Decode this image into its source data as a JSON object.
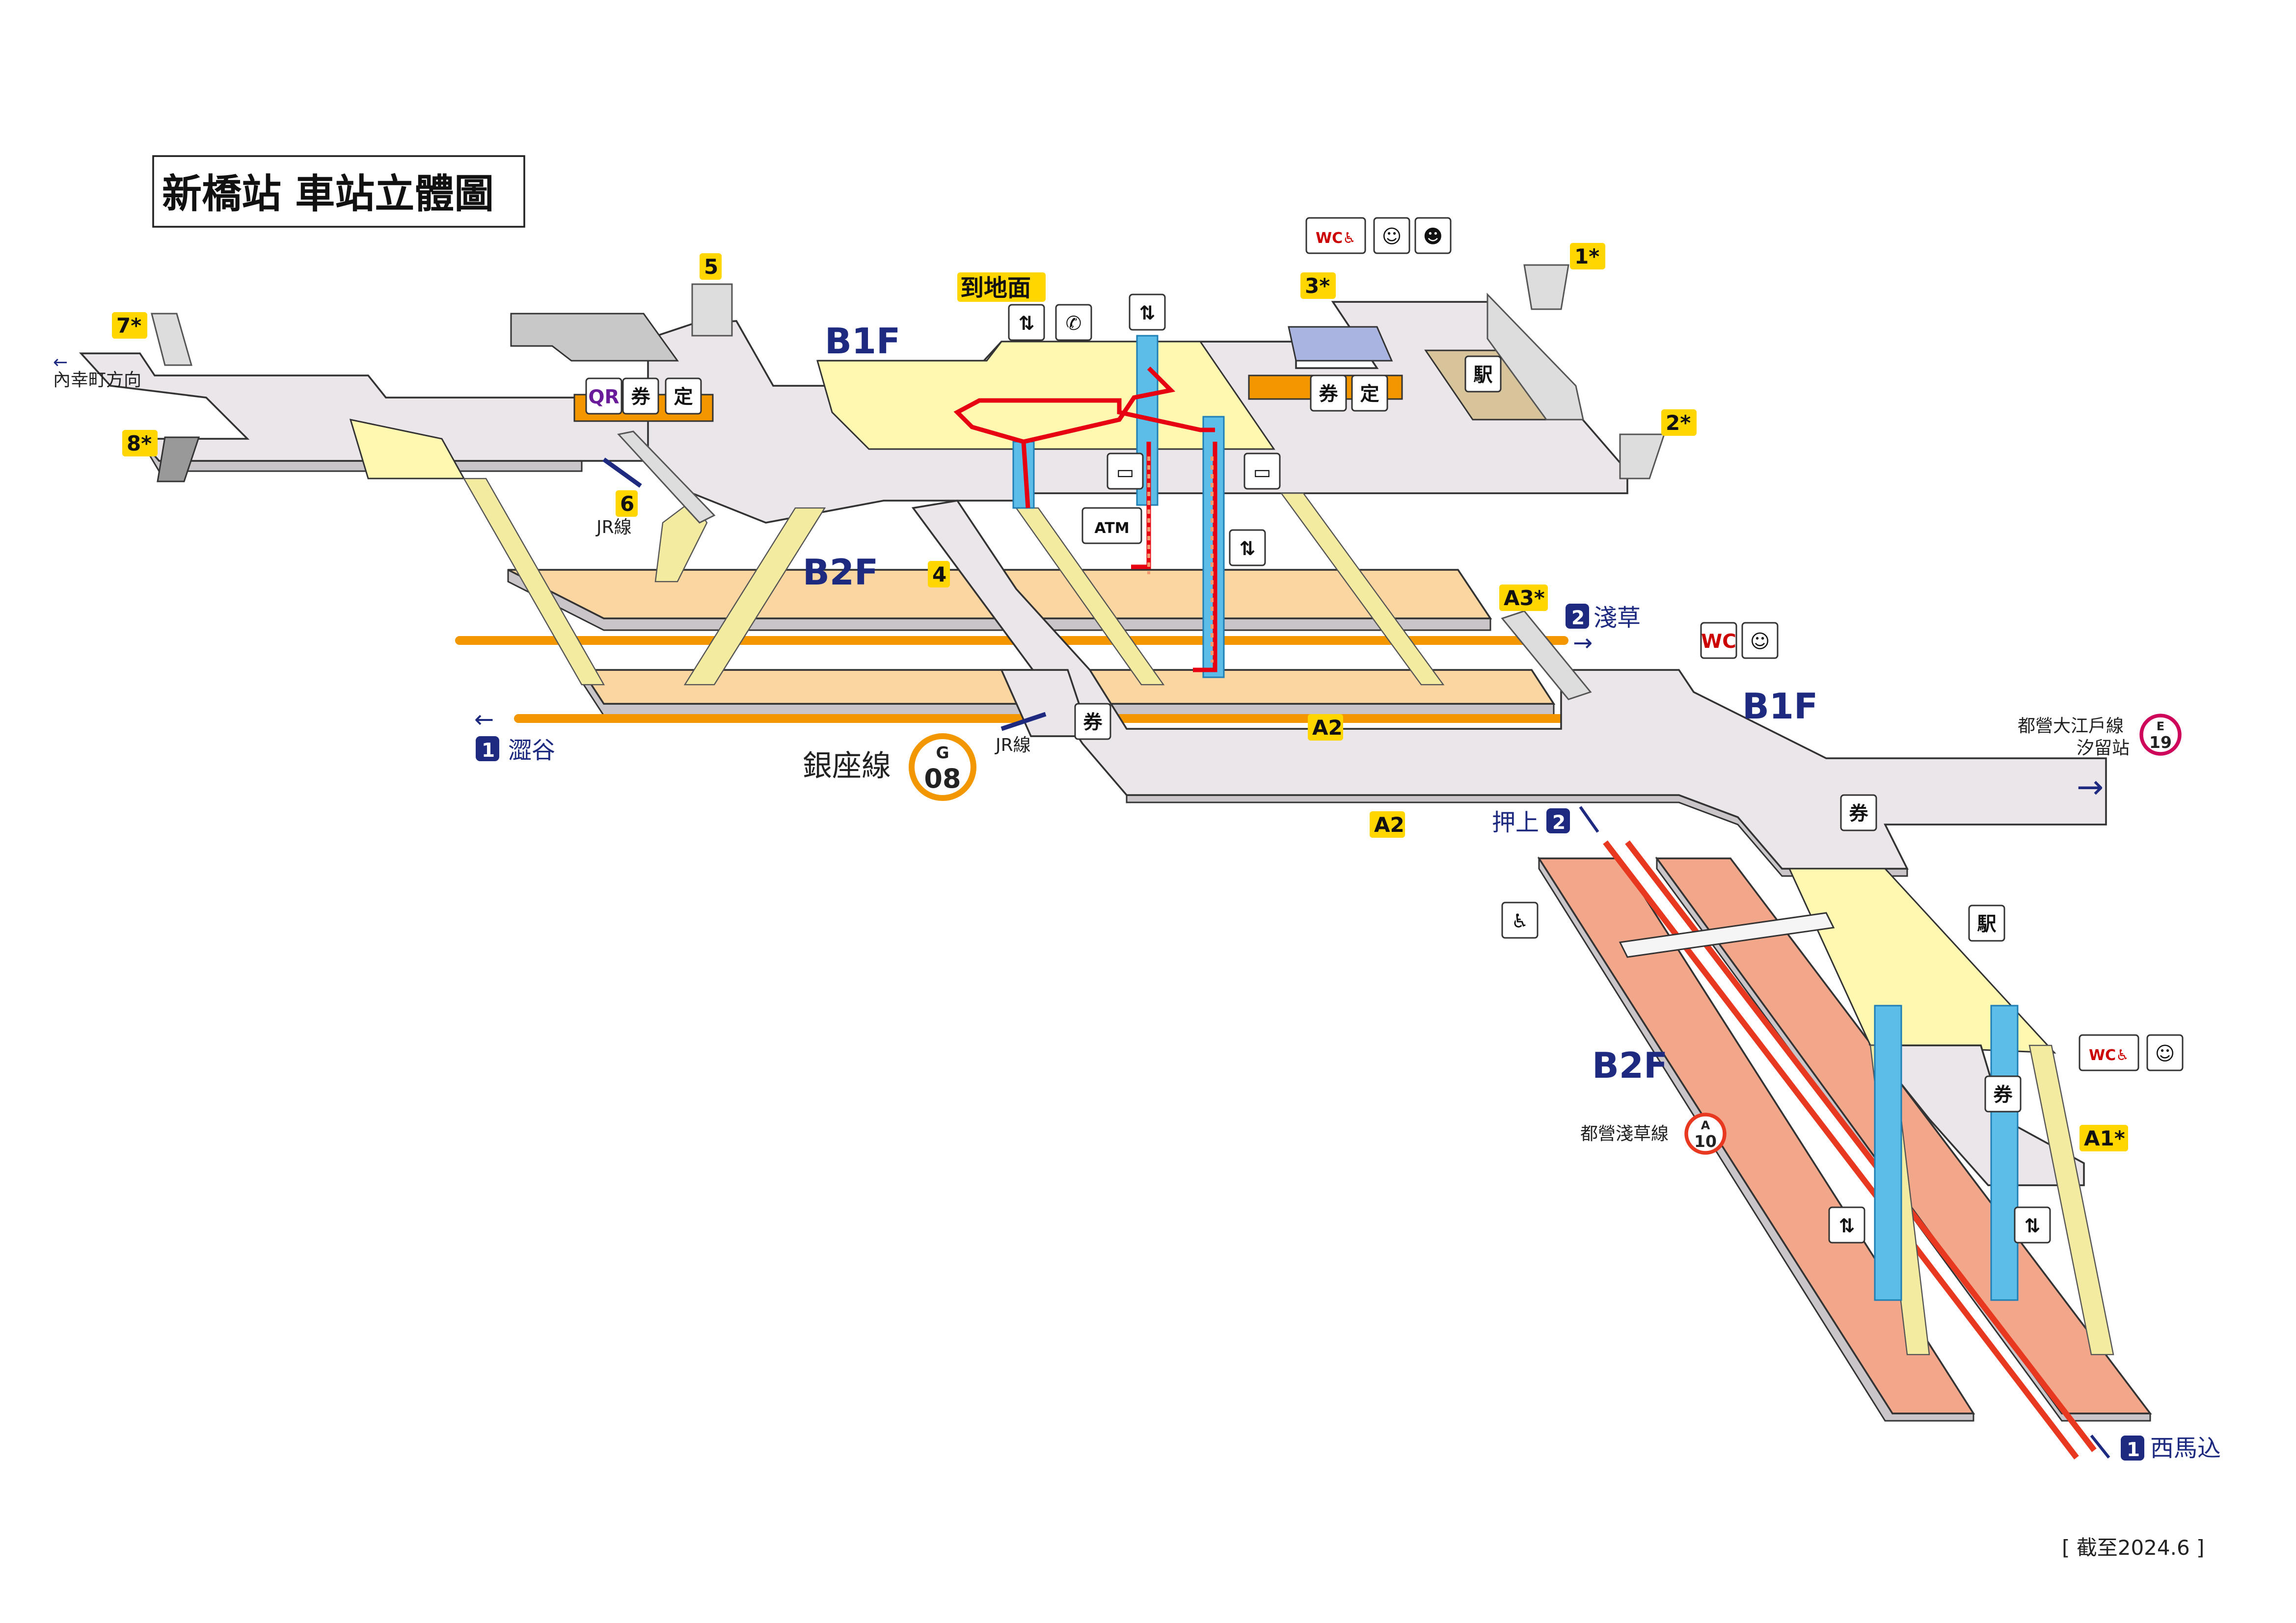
{
  "title": "新橋站 車站立體圖",
  "floor_labels": {
    "b1f_ginza": "B1F",
    "b2f_ginza": "B2F",
    "b1f_asakusa": "B1F",
    "b2f_asakusa": "B2F"
  },
  "ground_label": "到地面",
  "exits": [
    {
      "label": "1*"
    },
    {
      "label": "2*"
    },
    {
      "label": "3*"
    },
    {
      "label": "4"
    },
    {
      "label": "5"
    },
    {
      "label": "6"
    },
    {
      "label": "7*"
    },
    {
      "label": "8*"
    },
    {
      "label": "A1*"
    },
    {
      "label": "A2"
    },
    {
      "label": "A2"
    },
    {
      "label": "A3*"
    }
  ],
  "directions": {
    "uchisaiwaicho": "內幸町方向",
    "jr_exit6": "JR線",
    "jr_ginza": "JR線",
    "shibuya_num": "1",
    "shibuya": "澀谷",
    "asakusa_num": "2",
    "asakusa": "淺草",
    "oshiage": "押上",
    "oshiage_num": "2",
    "nishimagome_num": "1",
    "nishimagome": "西馬込",
    "oedo_line": "都營大江戶線",
    "shiodome": "汐留站"
  },
  "lines": {
    "ginza": {
      "name": "銀座線",
      "letter": "G",
      "number": "08",
      "color": "#f39700"
    },
    "oedo": {
      "letter": "E",
      "number": "19",
      "color": "#ce045b"
    },
    "asakusa": {
      "name": "都營淺草線",
      "letter": "A",
      "number": "10",
      "color": "#e83820"
    }
  },
  "icons": [
    {
      "name": "toilet-icon",
      "glyph": "WC♿"
    },
    {
      "name": "baby-care-icon",
      "glyph": "☺"
    },
    {
      "name": "nursing-room-icon",
      "glyph": "☻"
    },
    {
      "name": "qr-ticket-machine-icon",
      "glyph": "QR"
    },
    {
      "name": "ticket-machine-icon",
      "glyph": "券"
    },
    {
      "name": "commuter-pass-icon",
      "glyph": "定"
    },
    {
      "name": "elevator-icon",
      "glyph": "⇅"
    },
    {
      "name": "phone-icon",
      "glyph": "✆"
    },
    {
      "name": "elevator-icon",
      "glyph": "⇅"
    },
    {
      "name": "ticket-machine-icon",
      "glyph": "券"
    },
    {
      "name": "commuter-pass-icon",
      "glyph": "定"
    },
    {
      "name": "station-office-icon",
      "glyph": "駅"
    },
    {
      "name": "locker-icon",
      "glyph": "▭"
    },
    {
      "name": "locker-icon",
      "glyph": "▭"
    },
    {
      "name": "atm-icon",
      "glyph": "ATM"
    },
    {
      "name": "elevator-icon",
      "glyph": "⇅"
    },
    {
      "name": "ticket-machine-icon",
      "glyph": "券"
    },
    {
      "name": "toilet-icon",
      "glyph": "WC"
    },
    {
      "name": "baby-care-icon",
      "glyph": "☺"
    },
    {
      "name": "ticket-machine-icon",
      "glyph": "券"
    },
    {
      "name": "wheelchair-escalator-icon",
      "glyph": "♿"
    },
    {
      "name": "station-office-icon",
      "glyph": "駅"
    },
    {
      "name": "toilet-icon",
      "glyph": "WC♿"
    },
    {
      "name": "baby-care-icon",
      "glyph": "☺"
    },
    {
      "name": "ticket-machine-icon",
      "glyph": "券"
    },
    {
      "name": "elevator-icon",
      "glyph": "⇅"
    },
    {
      "name": "elevator-icon",
      "glyph": "⇅"
    }
  ],
  "as_of": "[ 截至2024.6 ]",
  "colors": {
    "exit": "#ffd600",
    "text_blue": "#1d2a80"
  }
}
